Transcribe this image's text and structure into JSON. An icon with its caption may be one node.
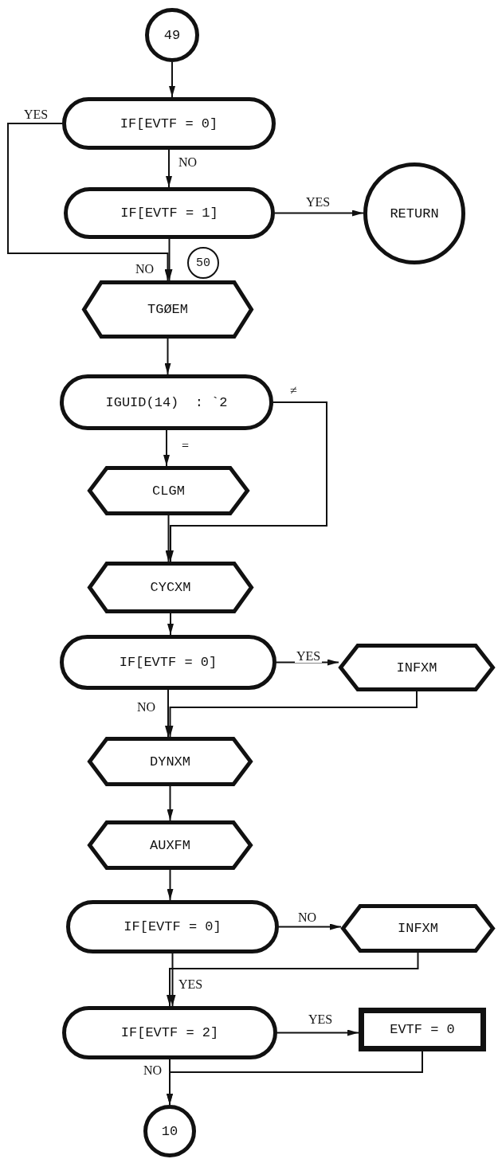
{
  "diagram": {
    "nodes": [
      {
        "text": [
          "49"
        ]
      },
      {
        "text": [
          "IF[EVTF = 0]"
        ]
      },
      {
        "text": [
          "IF[EVTF = 1]"
        ]
      },
      {
        "text": [
          "RETURN"
        ]
      },
      {
        "text": [
          "50"
        ]
      },
      {
        "text": [
          "TGØEM"
        ]
      },
      {
        "text": [
          "IGUID(14)  : `2"
        ]
      },
      {
        "text": [
          "CLGM"
        ]
      },
      {
        "text": [
          "CYCXM"
        ]
      },
      {
        "text": [
          "IF[EVTF = 0]"
        ]
      },
      {
        "text": [
          "INFXM"
        ]
      },
      {
        "text": [
          "DYNXM"
        ]
      },
      {
        "text": [
          "AUXFM"
        ]
      },
      {
        "text": [
          "IF[EVTF = 0]"
        ]
      },
      {
        "text": [
          "INFXM"
        ]
      },
      {
        "text": [
          "IF[EVTF = 2]"
        ]
      },
      {
        "text": [
          "EVTF = 0"
        ]
      },
      {
        "text": [
          "10"
        ]
      }
    ],
    "edges": [
      {
        "from": 0,
        "to": 1,
        "arrow": "to"
      },
      {
        "from": 1,
        "to": 5,
        "arrow": "to",
        "label": "YES"
      },
      {
        "from": 1,
        "to": 2,
        "arrow": "to",
        "label": "NO"
      },
      {
        "from": 2,
        "to": 3,
        "arrow": "to",
        "label": "YES"
      },
      {
        "from": 2,
        "to": 5,
        "arrow": "to",
        "label": "NO"
      },
      {
        "from": 5,
        "to": 6,
        "arrow": "to"
      },
      {
        "from": 6,
        "to": 7,
        "arrow": "to",
        "label": "="
      },
      {
        "from": 6,
        "to": 8,
        "arrow": "to",
        "label": "≠"
      },
      {
        "from": 7,
        "to": 8,
        "arrow": "to"
      },
      {
        "from": 8,
        "to": 9,
        "arrow": "to"
      },
      {
        "from": 9,
        "to": 10,
        "arrow": "to",
        "label": "YES"
      },
      {
        "from": 9,
        "to": 11,
        "arrow": "to",
        "label": "NO"
      },
      {
        "from": 10,
        "to": 11,
        "arrow": "to"
      },
      {
        "from": 11,
        "to": 12,
        "arrow": "to"
      },
      {
        "from": 12,
        "to": 13,
        "arrow": "to"
      },
      {
        "from": 13,
        "to": 14,
        "arrow": "to",
        "label": "NO"
      },
      {
        "from": 13,
        "to": 15,
        "arrow": "to",
        "label": "YES"
      },
      {
        "from": 14,
        "to": 15,
        "arrow": "to"
      },
      {
        "from": 15,
        "to": 16,
        "arrow": "to",
        "label": "YES"
      },
      {
        "from": 15,
        "to": 17,
        "arrow": "to",
        "label": "NO"
      },
      {
        "from": 16,
        "to": 17,
        "arrow": "to"
      }
    ]
  }
}
